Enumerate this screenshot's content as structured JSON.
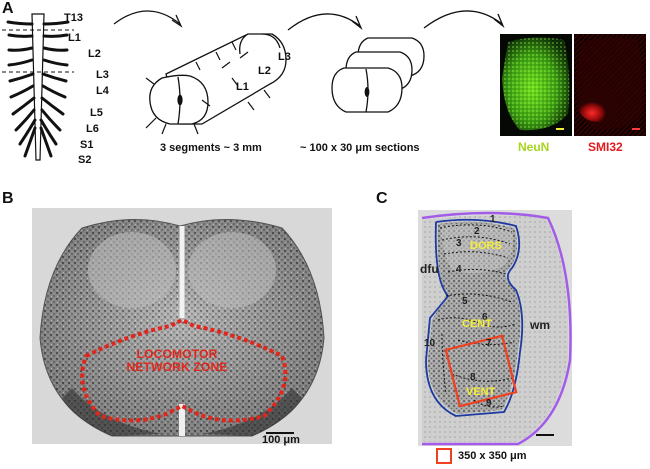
{
  "panels": {
    "a": "A",
    "b": "B",
    "c": "C"
  },
  "panel_a": {
    "cord_segments": [
      "T13",
      "L1",
      "L2",
      "L3",
      "L4",
      "L5",
      "L6",
      "S1",
      "S2"
    ],
    "block_segments": [
      "L1",
      "L2",
      "L3"
    ],
    "caption_segments": "3 segments ~ 3 mm",
    "caption_sections": "~ 100 x 30 μm sections",
    "stain_neun": "NeuN",
    "stain_smi32": "SMI32",
    "colors": {
      "neun": "#a8d61f",
      "smi32": "#e31a1c"
    }
  },
  "panel_b": {
    "zone_line1": "LOCOMOTOR",
    "zone_line2": "NETWORK ZONE",
    "scale_label": "100 μm",
    "zone_color": "#e1261c"
  },
  "panel_c": {
    "dors": "DORS",
    "cent": "CENT",
    "vent": "VENT",
    "dfu": "dfu",
    "wm": "wm",
    "laminae": [
      "1",
      "2",
      "3",
      "4",
      "5",
      "6",
      "7",
      "8",
      "9",
      "10"
    ],
    "legend_label": "350 x 350 μm",
    "colors": {
      "outline": "#a25ce8",
      "grey_boundary": "#1d3aa0",
      "box": "#f0401f",
      "regions": "#f5ee36"
    }
  }
}
